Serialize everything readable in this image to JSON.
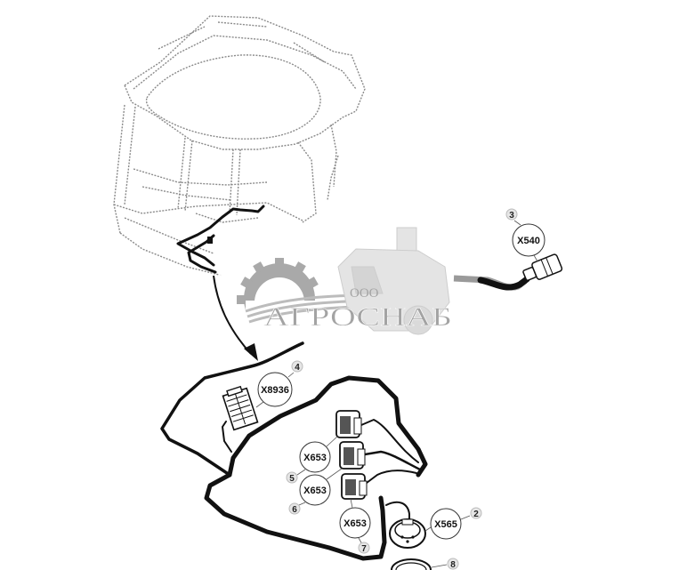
{
  "diagram": {
    "type": "wiring-harness-parts-diagram",
    "colors": {
      "background": "#ffffff",
      "line": "#111111",
      "cab_sketch": "#8a8a8a",
      "watermark": "#9a9a9a",
      "callout_badge_fill": "#e6e6e6"
    },
    "callouts": [
      {
        "id": "3",
        "connector": "X540"
      },
      {
        "id": "4",
        "connector": "X8936"
      },
      {
        "id": "5",
        "connector": "X653"
      },
      {
        "id": "6",
        "connector": "X653"
      },
      {
        "id": "7",
        "connector": "X653"
      },
      {
        "id": "2",
        "connector": "X565"
      },
      {
        "id": "8",
        "connector": ""
      }
    ]
  },
  "watermark": {
    "prefix": "ООО",
    "name": "АГРОСНАБ"
  }
}
